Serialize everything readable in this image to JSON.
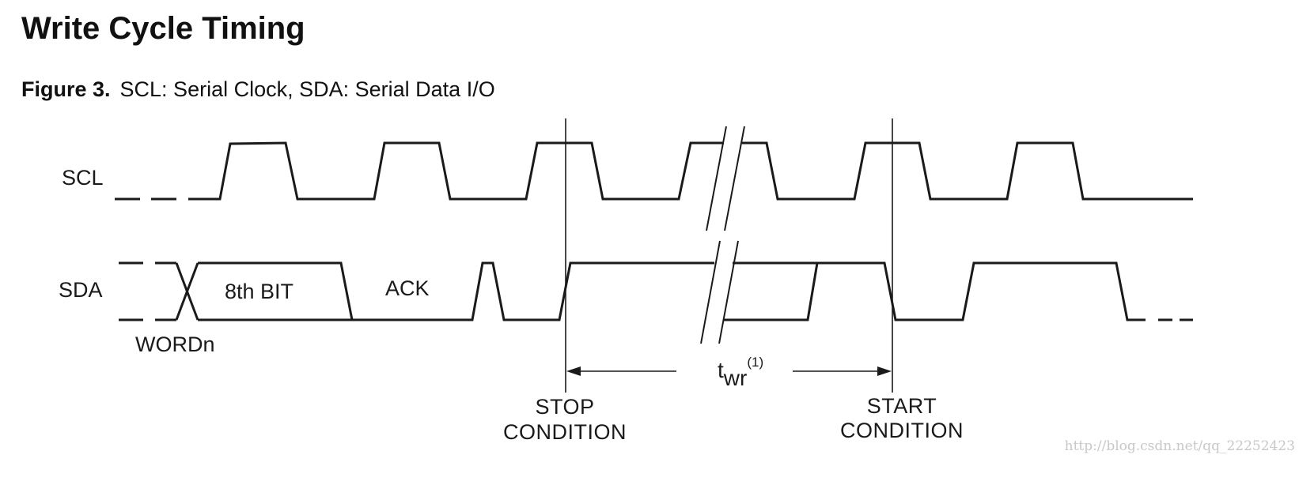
{
  "page": {
    "title": "Write Cycle Timing",
    "figure_label": "Figure 3.",
    "figure_caption": "SCL: Serial Clock, SDA: Serial Data I/O"
  },
  "diagram": {
    "signals": {
      "scl": "SCL",
      "sda": "SDA"
    },
    "labels": {
      "bit8": "8th BIT",
      "ack": "ACK",
      "word": "WORDn",
      "stop_line1": "STOP",
      "stop_line2": "CONDITION",
      "start_line1": "START",
      "start_line2": "CONDITION",
      "twr_main": "t",
      "twr_sub": "wr",
      "twr_sup": "(1)"
    },
    "watermark": "http://blog.csdn.net/qq_22252423"
  }
}
